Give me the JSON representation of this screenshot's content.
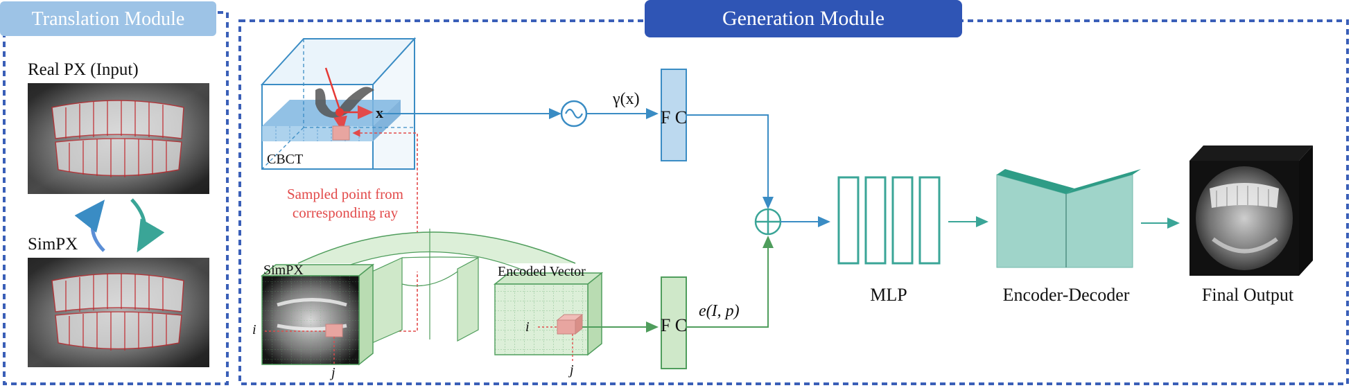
{
  "translation_module": {
    "title": "Translation Module",
    "real_px_label": "Real PX (Input)",
    "simpx_label": "SimPX"
  },
  "generation_module": {
    "title": "Generation Module",
    "cbct_label": "CBCT",
    "x_label": "x",
    "sampled_point_line1": "Sampled point from",
    "sampled_point_line2": "corresponding ray",
    "simpx_label": "SimPX",
    "encoded_vector_label": "Encoded Vector",
    "i_label": "i",
    "j_label": "j",
    "gamma_label": "γ(x)",
    "fc_top_label": "F C",
    "fc_bottom_label": "F C",
    "e_label": "e(I, p)",
    "mlp_label": "MLP",
    "encoder_decoder_label": "Encoder-Decoder",
    "final_output_label": "Final Output"
  },
  "colors": {
    "blue_dashed_border": "#3a5fb8",
    "translation_title_bg": "#9dc3e6",
    "generation_title_bg": "#2f55b5",
    "blue_line": "#3a8cc4",
    "green_line": "#4f9d5c",
    "teal": "#3aa597",
    "red": "#e24a4a"
  }
}
